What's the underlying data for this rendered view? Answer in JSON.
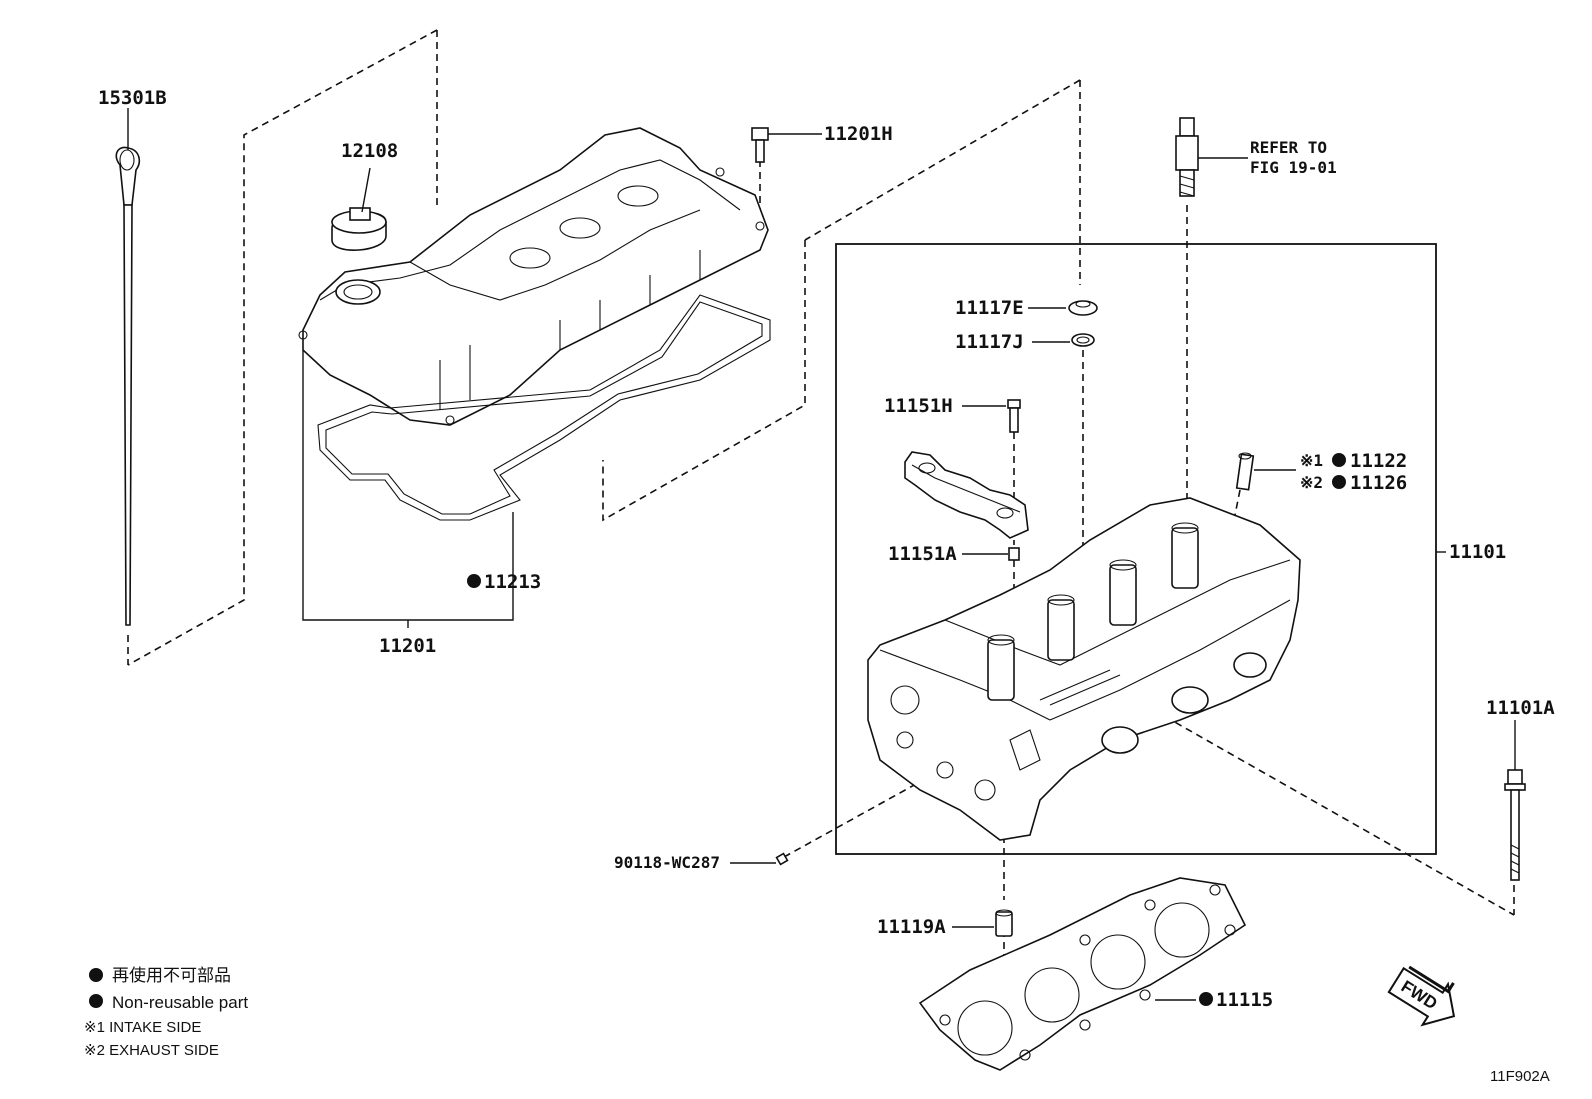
{
  "parts": {
    "dipstick": "15301B",
    "oil_filler_cap": "12108",
    "cover_bolt": "11201H",
    "cover_assembly": "11201",
    "cover_gasket": "11213",
    "spark_plug_ref_line1": "REFER TO",
    "spark_plug_ref_line2": "FIG 19-01",
    "plug_tube_e": "11117E",
    "plug_tube_j": "11117J",
    "bearing_cap_bolt": "11151H",
    "bearing_cap_dowel": "11151A",
    "intake_guide_mark": "※1",
    "intake_guide": "11122",
    "exhaust_guide_mark": "※2",
    "exhaust_guide": "11126",
    "cylinder_head": "11101",
    "head_bolt": "11101A",
    "plug": "90118-WC287",
    "dowel_pin": "11119A",
    "head_gasket": "11115",
    "fwd": "FWD",
    "figure_code": "11F902A"
  },
  "legend": {
    "non_reusable_jp": "再使用不可部品",
    "non_reusable_en": "Non-reusable part",
    "intake_side": "※1 INTAKE SIDE",
    "exhaust_side": "※2 EXHAUST SIDE"
  },
  "colors": {
    "ink": "#111111",
    "background": "#ffffff"
  }
}
